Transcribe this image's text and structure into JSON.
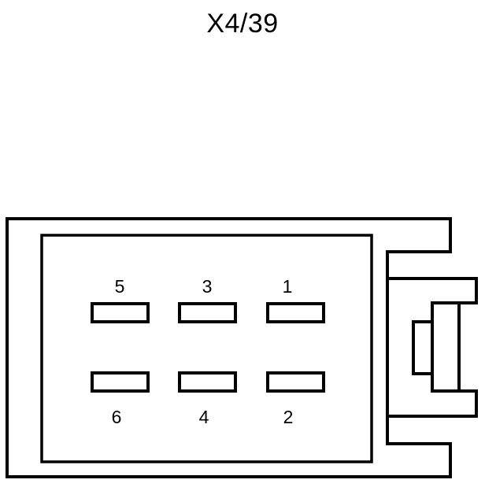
{
  "diagram": {
    "title": "X4/39",
    "type": "electrical-connector-pinout",
    "connector": {
      "cavity_count": 6,
      "rows": 2,
      "columns": 3,
      "orientation": "latch-on-right"
    },
    "colors": {
      "stroke": "#000000",
      "background": "#ffffff"
    },
    "pins": [
      {
        "number": "5",
        "row": "top",
        "column": 1,
        "label_position": "above"
      },
      {
        "number": "3",
        "row": "top",
        "column": 2,
        "label_position": "above"
      },
      {
        "number": "1",
        "row": "top",
        "column": 3,
        "label_position": "above"
      },
      {
        "number": "6",
        "row": "bottom",
        "column": 1,
        "label_position": "below"
      },
      {
        "number": "4",
        "row": "bottom",
        "column": 2,
        "label_position": "below"
      },
      {
        "number": "2",
        "row": "bottom",
        "column": 3,
        "label_position": "below"
      }
    ],
    "top_row_numbers": "5 3 1",
    "bottom_row_numbers": "6 4 2"
  }
}
